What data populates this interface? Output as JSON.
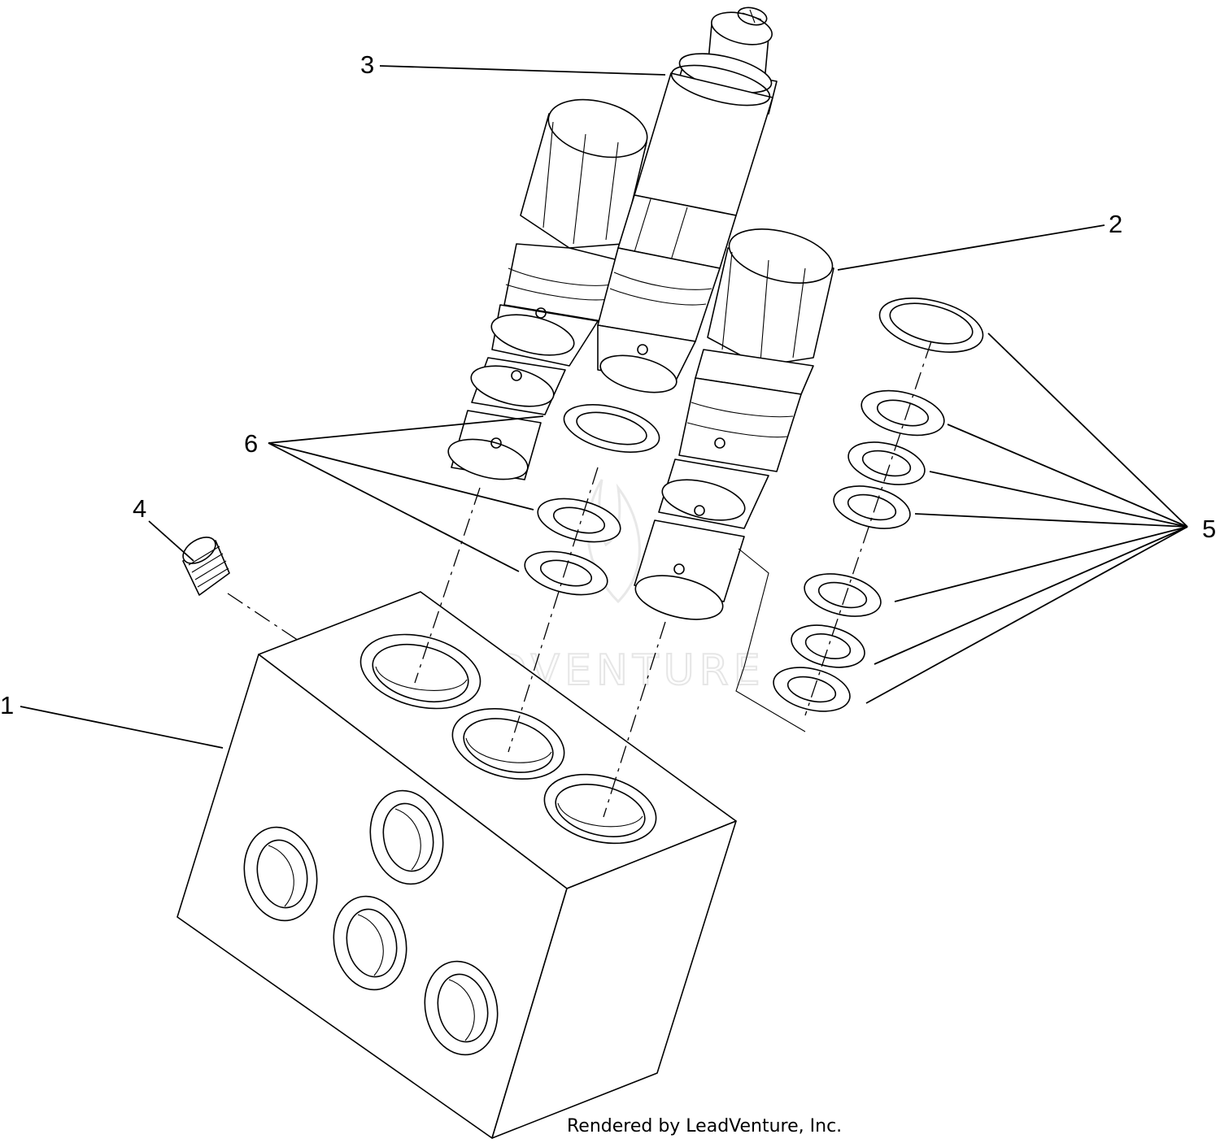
{
  "callouts": {
    "c1": "1",
    "c2": "2",
    "c3": "3",
    "c4": "4",
    "c5": "5",
    "c6": "6"
  },
  "watermark": "LEADVENTURE",
  "footer": "Rendered by LeadVenture, Inc."
}
